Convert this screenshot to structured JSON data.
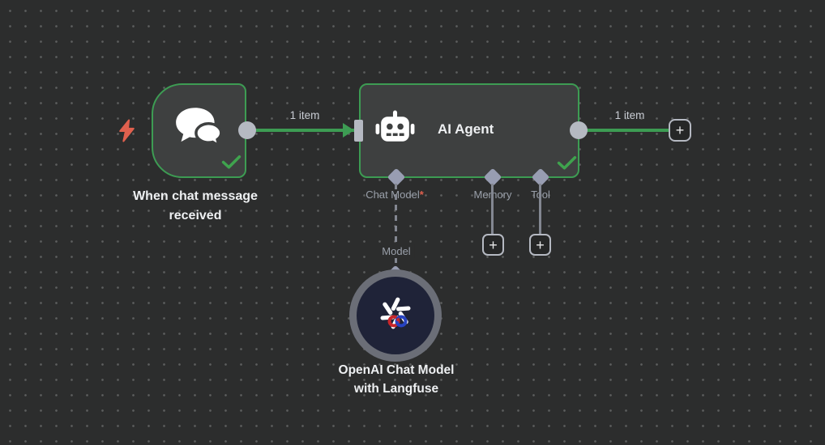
{
  "workflow": {
    "trigger_node": {
      "name": "When chat message received"
    },
    "agent_node": {
      "title": "AI Agent",
      "ports": [
        {
          "label": "Chat Model",
          "required_marker": "*"
        },
        {
          "label": "Memory"
        },
        {
          "label": "Tool"
        }
      ]
    },
    "openai_node": {
      "name": "OpenAI Chat Model with Langfuse",
      "connection_label": "Model"
    },
    "connections": {
      "trigger_to_agent": "1 item",
      "agent_to_next": "1 item"
    },
    "plus_glyph": "+"
  },
  "colors": {
    "success_green": "#3d9c53",
    "canvas_bg": "#2c2d2d",
    "node_bg": "#3e4040",
    "connector_gray": "#b5b9c2",
    "port_diamond_gray": "#989db2",
    "required_red": "#e0604e",
    "trigger_bolt_orange": "#e0604e"
  }
}
